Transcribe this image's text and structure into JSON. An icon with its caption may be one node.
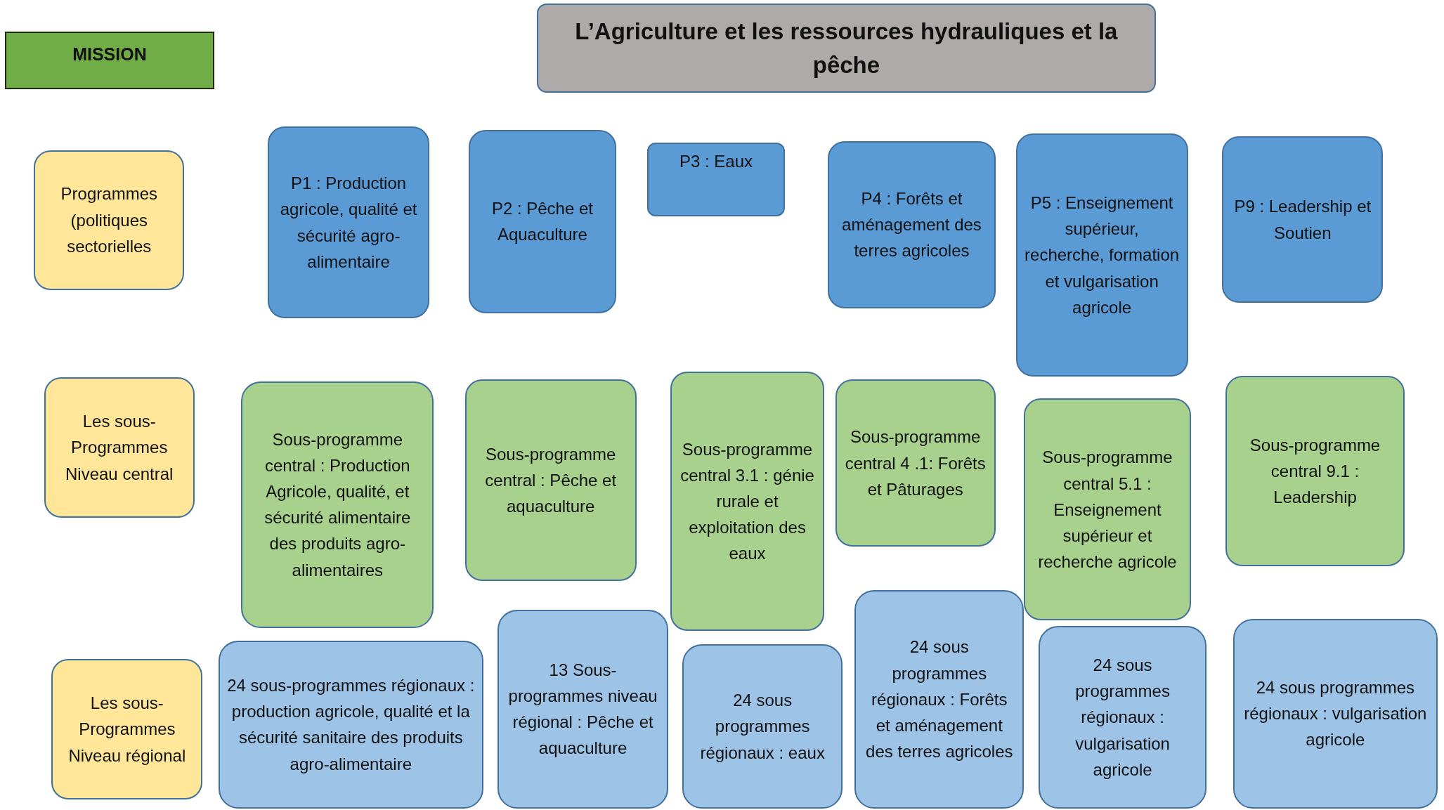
{
  "diagram": {
    "nodes": [
      {
        "text": [
          "MISSION"
        ]
      },
      {
        "text": [
          "L’Agriculture et les ressources hydrauliques et la pêche"
        ]
      },
      {
        "text": [
          "Programmes (politiques sectorielles"
        ]
      },
      {
        "text": [
          "P1 : Production agricole, qualité et sécurité agro-alimentaire"
        ]
      },
      {
        "text": [
          "P2 : Pêche et Aquaculture"
        ]
      },
      {
        "text": [
          "P3 : Eaux"
        ]
      },
      {
        "text": [
          "P4 : Forêts et aménagement des terres agricoles"
        ]
      },
      {
        "text": [
          "P5 : Enseignement supérieur, recherche, formation et vulgarisation agricole"
        ]
      },
      {
        "text": [
          "P9 : Leadership et Soutien"
        ]
      },
      {
        "text": [
          "Les sous-Programmes Niveau central"
        ]
      },
      {
        "text": [
          "Sous-programme central : Production Agricole, qualité, et sécurité alimentaire des produits agro-alimentaires"
        ]
      },
      {
        "text": [
          "Sous-programme central : Pêche et aquaculture"
        ]
      },
      {
        "text": [
          "Sous-programme central 3.1 : génie rurale et exploitation des eaux"
        ]
      },
      {
        "text": [
          "Sous-programme central 4 .1: Forêts et Pâturages"
        ]
      },
      {
        "text": [
          "Sous-programme central 5.1 : Enseignement supérieur et recherche agricole"
        ]
      },
      {
        "text": [
          "Sous-programme central 9.1 : Leadership"
        ]
      },
      {
        "text": [
          "Les sous-Programmes Niveau régional"
        ]
      },
      {
        "text": [
          "24 sous-programmes régionaux : production agricole, qualité et la sécurité sanitaire des produits agro-alimentaire"
        ]
      },
      {
        "text": [
          "13 Sous-programmes niveau régional : Pêche et aquaculture"
        ]
      },
      {
        "text": [
          "24 sous programmes régionaux : eaux"
        ]
      },
      {
        "text": [
          "24 sous programmes régionaux : Forêts et aménagement des terres agricoles"
        ]
      },
      {
        "text": [
          "24 sous programmes régionaux : vulgarisation agricole"
        ]
      },
      {
        "text": [
          "24 sous programmes régionaux : vulgarisation agricole"
        ]
      }
    ]
  }
}
